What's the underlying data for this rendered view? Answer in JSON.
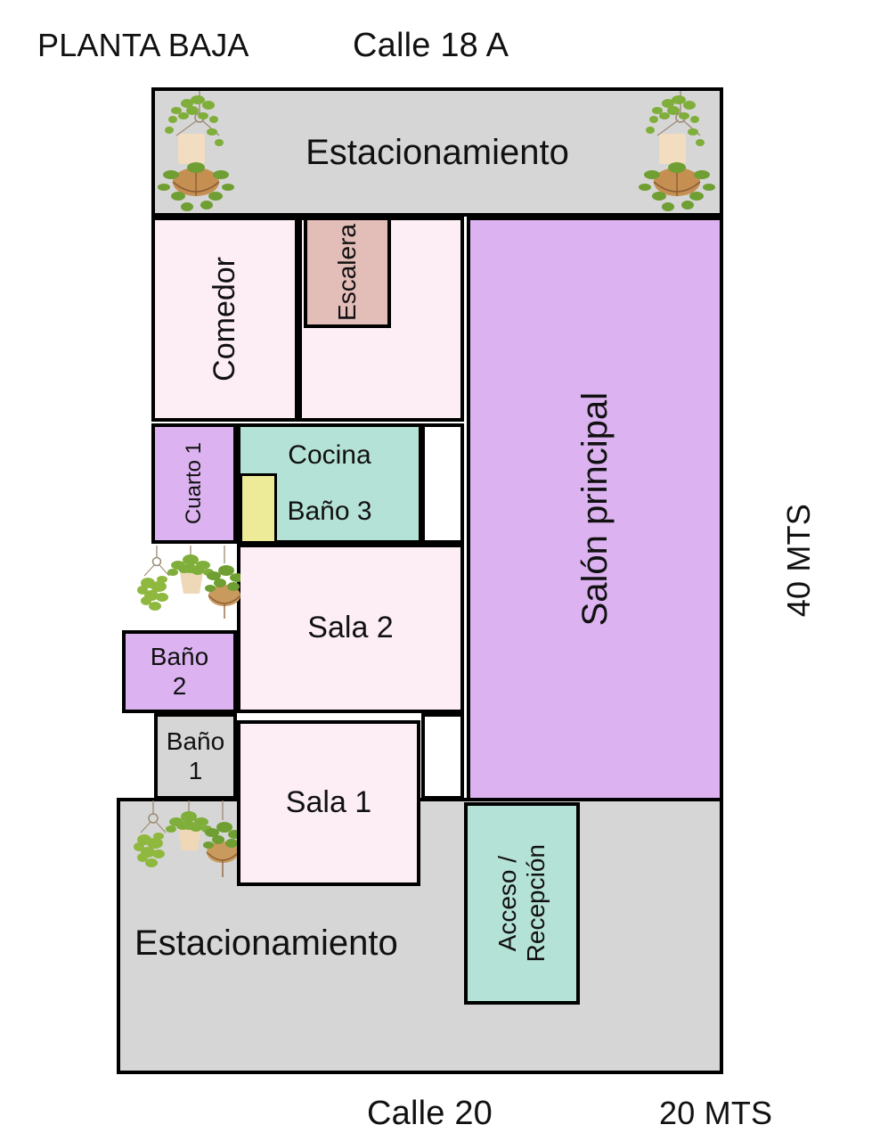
{
  "plan": {
    "title": "PLANTA BAJA",
    "street_top": "Calle 18 A",
    "street_bottom": "Calle 20",
    "dimension_right": "40 MTS",
    "dimension_bottom": "20 MTS"
  },
  "rooms": {
    "parking_top": "Estacionamiento",
    "parking_bottom": "Estacionamiento",
    "comedor": "Comedor",
    "escalera": "Escalera",
    "hall_upper": "",
    "cuarto_1": "Cuarto 1",
    "cocina": "Cocina",
    "bano_3": "Baño 3",
    "closet_yellow": "",
    "gap_right_1": "",
    "sala_2": "Sala 2",
    "bano_2": "Baño\n2",
    "bano_1": "Baño\n1",
    "sala_1": "Sala 1",
    "gap_right_2": "",
    "salon_principal": "Salón principal",
    "acceso_recepcion": "Acceso /\nRecepción"
  },
  "colors": {
    "gray": "#d6d6d6",
    "pink": "#fdeef5",
    "purple": "#dcb3f0",
    "teal": "#b5e2d6",
    "rose": "#e3bdb8",
    "yellow": "#edeb98",
    "outline": "#000000"
  }
}
